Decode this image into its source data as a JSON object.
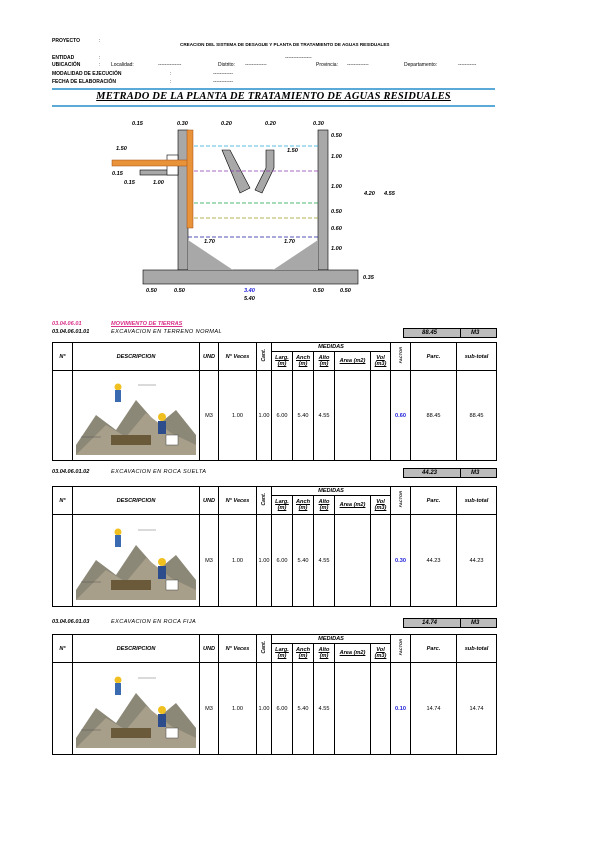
{
  "header": {
    "proyecto_label": "PROYECTO",
    "colon": ":",
    "proyecto_value": "CREACION DEL SISTEMA DE DESAGUE Y PLANTA DE TRATAMIENTO DE AGUAS RESIDUALES",
    "entidad_label": "ENTIDAD",
    "entidad_value": "----------------",
    "ubicacion_label": "UBICACIÓN",
    "localidad_label": "Localidad:",
    "localidad_value": "--------------",
    "distrito_label": "Distrito:",
    "distrito_value": "-------------",
    "provincia_label": "Provincia:",
    "provincia_value": "-------------",
    "departamento_label": "Departamento:",
    "departamento_value": "-----------",
    "modalidad_label": "MODALIDAD DE EJECUCIÓN",
    "modalidad_value": "------------",
    "fecha_label": "FECHA DE ELABORACIÓN",
    "fecha_value": "------------"
  },
  "title": "METRADO DE LA PLANTA DE TRATAMIENTO DE AGUAS RESIDUALES",
  "diagram": {
    "top_labels": [
      "0.15",
      "0.30",
      "0.20",
      "0.20",
      "0.30"
    ],
    "left_150": "1.50",
    "left_015": "0.15",
    "bottom_015": "0.15",
    "bottom_100": "1.00",
    "inner_150": "1.50",
    "right_levels": [
      "0.50",
      "1.00",
      "1.00",
      "0.50",
      "0.60",
      "1.00"
    ],
    "right_420": "4.20",
    "right_455": "4.55",
    "inner_170_left": "1.70",
    "inner_170_right": "1.70",
    "base_035": "0.35",
    "bottom_dims": [
      "0.50",
      "0.50",
      "3.40",
      "0.50",
      "0.50"
    ],
    "total_width": "5.40"
  },
  "section": {
    "code": "03.04.06.01",
    "name": "MOVIMIENTO DE TIERRAS"
  },
  "table_headers": {
    "n": "N°",
    "descripcion": "DESCRIPCION",
    "und": "UND",
    "nveces": "N° Veces",
    "cant": "Cant.",
    "medidas": "MEDIDAS",
    "larg": "Larg. (m)",
    "anch": "Anch (m)",
    "alto": "Alto (m)",
    "area": "Area (m2)",
    "vol": "Vol (m3)",
    "factor": "FACTOR",
    "parc": "Parc.",
    "subtotal": "sub-total"
  },
  "items": [
    {
      "code": "03.04.06.01.01",
      "desc": "EXCAVACION  EN TERRENO NORMAL",
      "total": "88.45",
      "unit": "M3",
      "und": "M3",
      "veces": "1.00",
      "cant": "1.00",
      "larg": "6.00",
      "anch": "5.40",
      "alto": "4.55",
      "area": "",
      "vol": "",
      "factor": "0.60",
      "parc": "88.45",
      "subtotal": "88.45"
    },
    {
      "code": "03.04.06.01.02",
      "desc": "EXCAVACION  EN ROCA SUELTA",
      "total": "44.23",
      "unit": "M3",
      "und": "M3",
      "veces": "1.00",
      "cant": "1.00",
      "larg": "6.00",
      "anch": "5.40",
      "alto": "4.55",
      "area": "",
      "vol": "",
      "factor": "0.30",
      "parc": "44.23",
      "subtotal": "44.23"
    },
    {
      "code": "03.04.06.01.03",
      "desc": "EXCAVACION EN ROCA FIJA",
      "total": "14.74",
      "unit": "M3",
      "und": "M3",
      "veces": "1.00",
      "cant": "1.00",
      "larg": "6.00",
      "anch": "5.40",
      "alto": "4.55",
      "area": "",
      "vol": "",
      "factor": "0.10",
      "parc": "14.74",
      "subtotal": "14.74"
    }
  ],
  "colors": {
    "title_rule": "#5aa9d6",
    "section_code": "#d9308a",
    "factor_text": "#1a1ad8",
    "pipe": "#e8923a",
    "concrete": "#a8a8a8"
  }
}
